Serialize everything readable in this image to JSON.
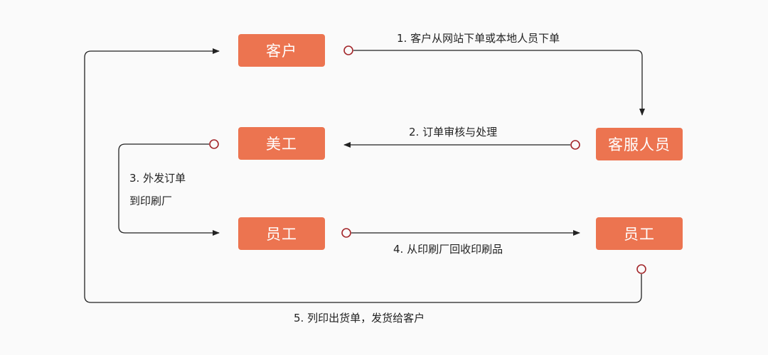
{
  "colors": {
    "node_fill": "#ec7450",
    "node_text": "#ffffff",
    "line": "#222222",
    "start_dot": "#a3262a",
    "background": "#fafafa"
  },
  "nodes": {
    "customer": "客户",
    "designer": "美工",
    "staff_left": "员工",
    "service": "客服人员",
    "staff_right": "员工"
  },
  "edges": {
    "e1": "1. 客户从网站下单或本地人员下单",
    "e2": "2. 订单审核与处理",
    "e3_line1": "3. 外发订单",
    "e3_line2": "到印刷厂",
    "e4": "4. 从印刷厂回收印刷品",
    "e5": "5. 列印出货单，发货给客户"
  }
}
